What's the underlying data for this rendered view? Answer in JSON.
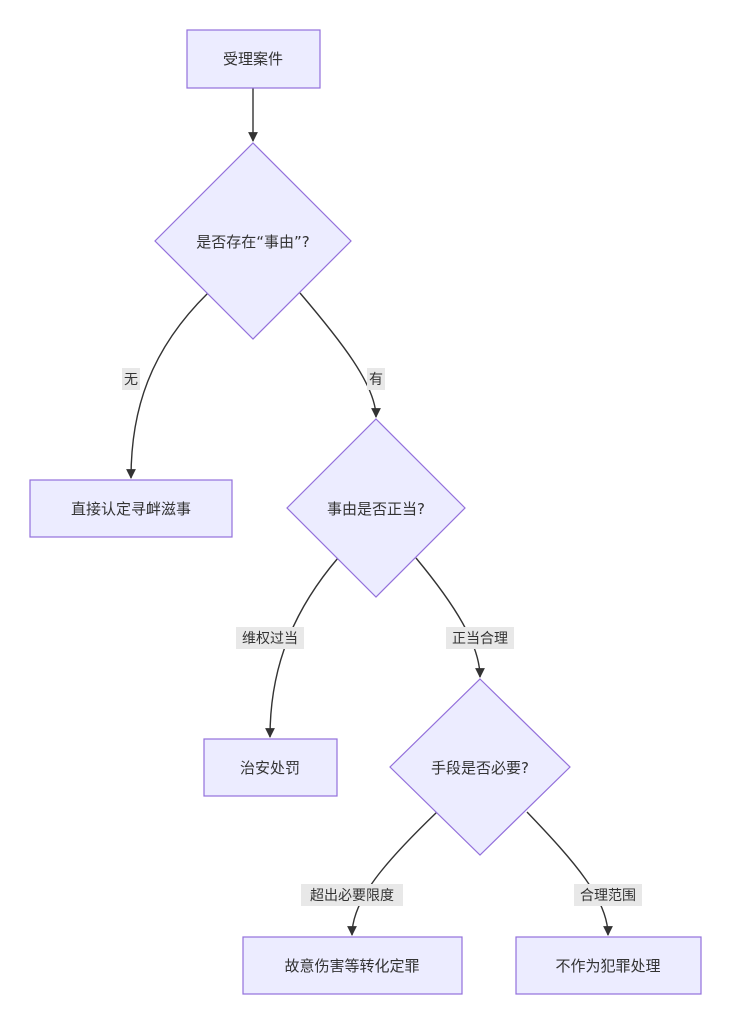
{
  "colors": {
    "node_fill": "#ECECFF",
    "node_stroke": "#9370DB",
    "edge": "#333333",
    "label_bg": "#e8e8e8"
  },
  "nodes": {
    "accept_case": "受理案件",
    "has_reason": "是否存在“事由”?",
    "direct_finding": "直接认定寻衅滋事",
    "reason_proper": "事由是否正当?",
    "public_security_penalty": "治安处罚",
    "means_necessary": "手段是否必要?",
    "intentional_injury": "故意伤害等转化定罪",
    "not_crime": "不作为犯罪处理"
  },
  "edges": {
    "no": "无",
    "yes": "有",
    "excessive_rights": "维权过当",
    "proper_reasonable": "正当合理",
    "beyond_limit": "超出必要限度",
    "reasonable_scope": "合理范围"
  }
}
